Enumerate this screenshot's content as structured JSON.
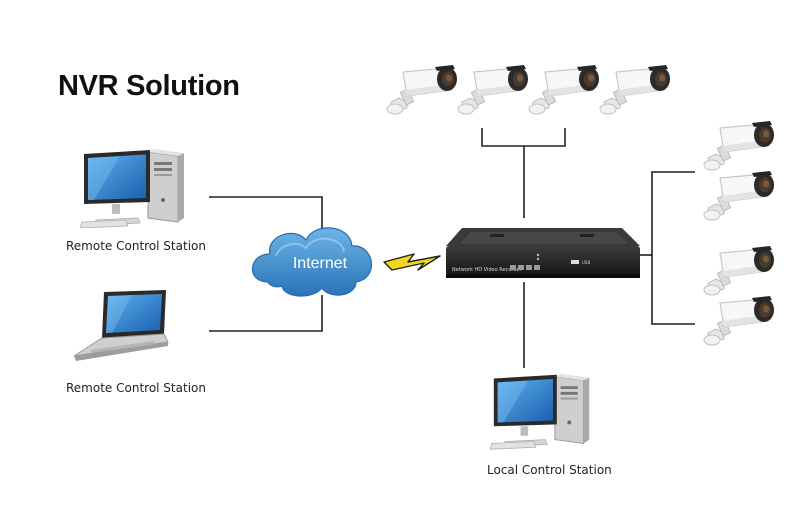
{
  "title": "NVR Solution",
  "labels": {
    "remote_station_1": "Remote Control Station",
    "remote_station_2": "Remote Control Station",
    "local_station": "Local Control Station",
    "internet": "Internet",
    "nvr_caption": "Network HD Video Recorder",
    "nvr_port": "USB"
  },
  "colors": {
    "screen": "#1f6fbf",
    "screen_light": "#5fb0ee",
    "cloud": "#3f8fcf",
    "nvr_body": "#2b2b2b",
    "line": "#222222",
    "bolt": "#e9d21a"
  },
  "icons": [
    "desktop-computer-icon",
    "laptop-icon",
    "cloud-icon",
    "nvr-recorder-icon",
    "bullet-camera-icon"
  ]
}
